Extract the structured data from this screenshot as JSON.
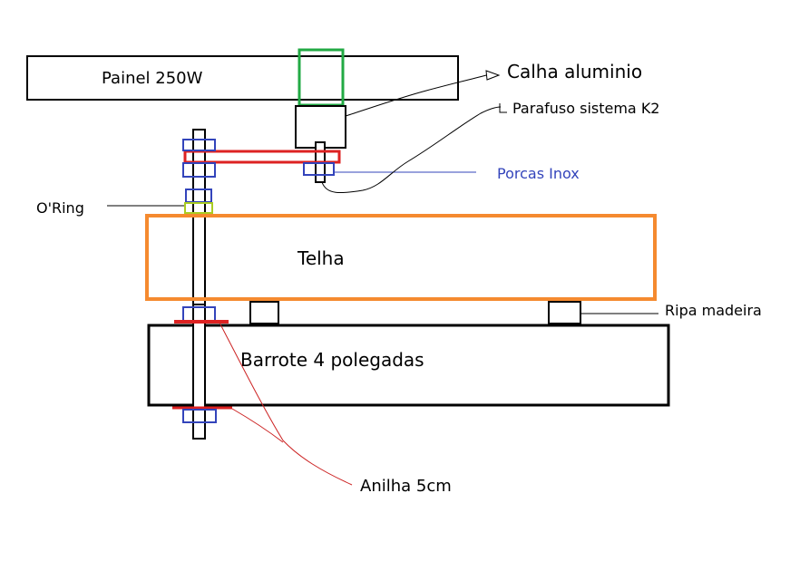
{
  "labels": {
    "panel": "Painel 250W",
    "rail": "Calha aluminio",
    "screw": "Parafuso sistema K2",
    "nuts": "Porcas Inox",
    "oring": "O'Ring",
    "tile": "Telha",
    "batten": "Ripa madeira",
    "beam": "Barrote 4 polegadas",
    "washer": "Anilha 5cm"
  },
  "colors": {
    "outline": "#000000",
    "rail": "#22aa44",
    "bracket": "#dd2222",
    "nut": "#3344bb",
    "nut_label": "#3344bb",
    "oring": "#aacc22",
    "tile": "#f58a2f",
    "washer": "#dd2222",
    "washer_leader": "#cc2222"
  }
}
